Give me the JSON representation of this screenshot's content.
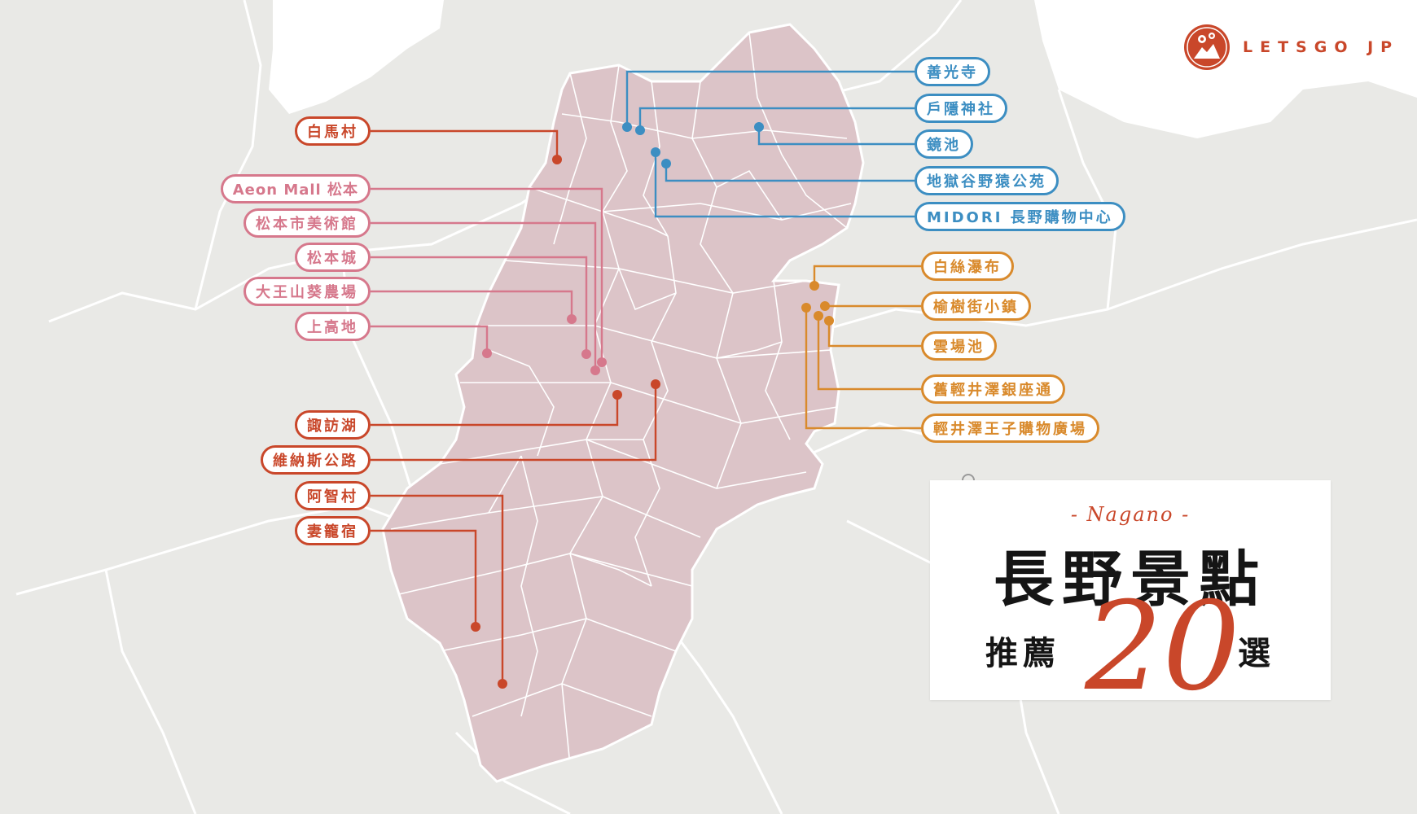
{
  "brand": {
    "name": "LETSGO JP",
    "color": "#c9472a"
  },
  "card": {
    "subtitle": "- Nagano -",
    "title": "長野景點",
    "prefix": "推薦",
    "number": "20",
    "suffix": "選"
  },
  "colors": {
    "background": "#e9e9e6",
    "region_fill": "#dcc4c8",
    "border": "#ffffff",
    "red": "#c9472a",
    "pink": "#d6788c",
    "blue": "#3c8ec2",
    "orange": "#d98a2c"
  },
  "spots": [
    {
      "name": "善光寺",
      "group": "blue"
    },
    {
      "name": "戶隱神社",
      "group": "blue"
    },
    {
      "name": "鏡池",
      "group": "blue"
    },
    {
      "name": "地獄谷野猿公苑",
      "group": "blue"
    },
    {
      "name": "MIDORI 長野購物中心",
      "group": "blue"
    },
    {
      "name": "白絲瀑布",
      "group": "orange"
    },
    {
      "name": "榆樹街小鎮",
      "group": "orange"
    },
    {
      "name": "雲場池",
      "group": "orange"
    },
    {
      "name": "舊輕井澤銀座通",
      "group": "orange"
    },
    {
      "name": "輕井澤王子購物廣場",
      "group": "orange"
    },
    {
      "name": "白馬村",
      "group": "red"
    },
    {
      "name": "Aeon Mall 松本",
      "group": "pink"
    },
    {
      "name": "松本市美術館",
      "group": "pink"
    },
    {
      "name": "松本城",
      "group": "pink"
    },
    {
      "name": "大王山葵農場",
      "group": "pink"
    },
    {
      "name": "上高地",
      "group": "pink"
    },
    {
      "name": "諏訪湖",
      "group": "red"
    },
    {
      "name": "維納斯公路",
      "group": "red"
    },
    {
      "name": "阿智村",
      "group": "red"
    },
    {
      "name": "妻籠宿",
      "group": "red"
    }
  ]
}
